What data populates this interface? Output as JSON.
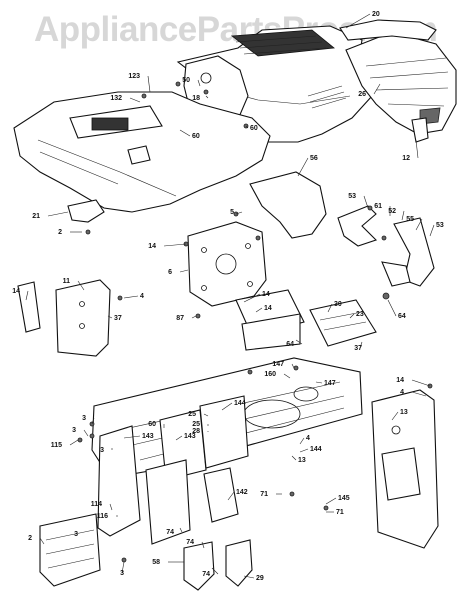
{
  "watermark": "AppliancePartsPros.com",
  "callouts": [
    "20",
    "26",
    "12",
    "123",
    "132",
    "50",
    "18",
    "60",
    "60",
    "56",
    "21",
    "2",
    "5",
    "14",
    "6",
    "53",
    "61",
    "52",
    "55",
    "53",
    "64",
    "11",
    "14",
    "4",
    "37",
    "87",
    "14",
    "14",
    "30",
    "23",
    "64",
    "37",
    "147",
    "160",
    "147",
    "14",
    "4",
    "13",
    "3",
    "3",
    "115",
    "143",
    "60",
    "143",
    "3",
    "25",
    "144",
    "25",
    "28",
    "4",
    "144",
    "13",
    "71",
    "145",
    "71",
    "142",
    "114",
    "116",
    "74",
    "2",
    "3",
    "3",
    "74",
    "58",
    "29",
    "74"
  ]
}
